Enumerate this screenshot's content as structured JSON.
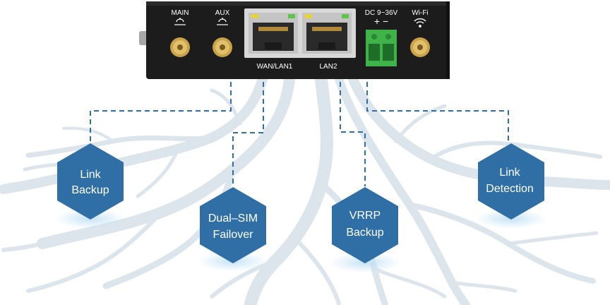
{
  "device": {
    "ports": {
      "main": "MAIN",
      "aux": "AUX",
      "wan_lan1": "WAN/LAN1",
      "lan2": "LAN2",
      "power": "DC 9~36V",
      "power_polarity": "+  −",
      "wifi": "Wi-Fi"
    },
    "colors": {
      "body": "#1c1c1c",
      "connector_gold": "#c9a24a",
      "terminal_green": "#3fb24a",
      "led_yellow": "#e6d23a",
      "led_green": "#5cc44a"
    }
  },
  "features": [
    {
      "line1": "Link",
      "line2": "Backup"
    },
    {
      "line1": "Dual–SIM",
      "line2": "Failover"
    },
    {
      "line1": "VRRP",
      "line2": "Backup"
    },
    {
      "line1": "Link",
      "line2": "Detection"
    }
  ],
  "colors": {
    "hexagon": "#2f6fa6",
    "connector_line": "#2f6fa6",
    "roots": "#dde5ec"
  }
}
